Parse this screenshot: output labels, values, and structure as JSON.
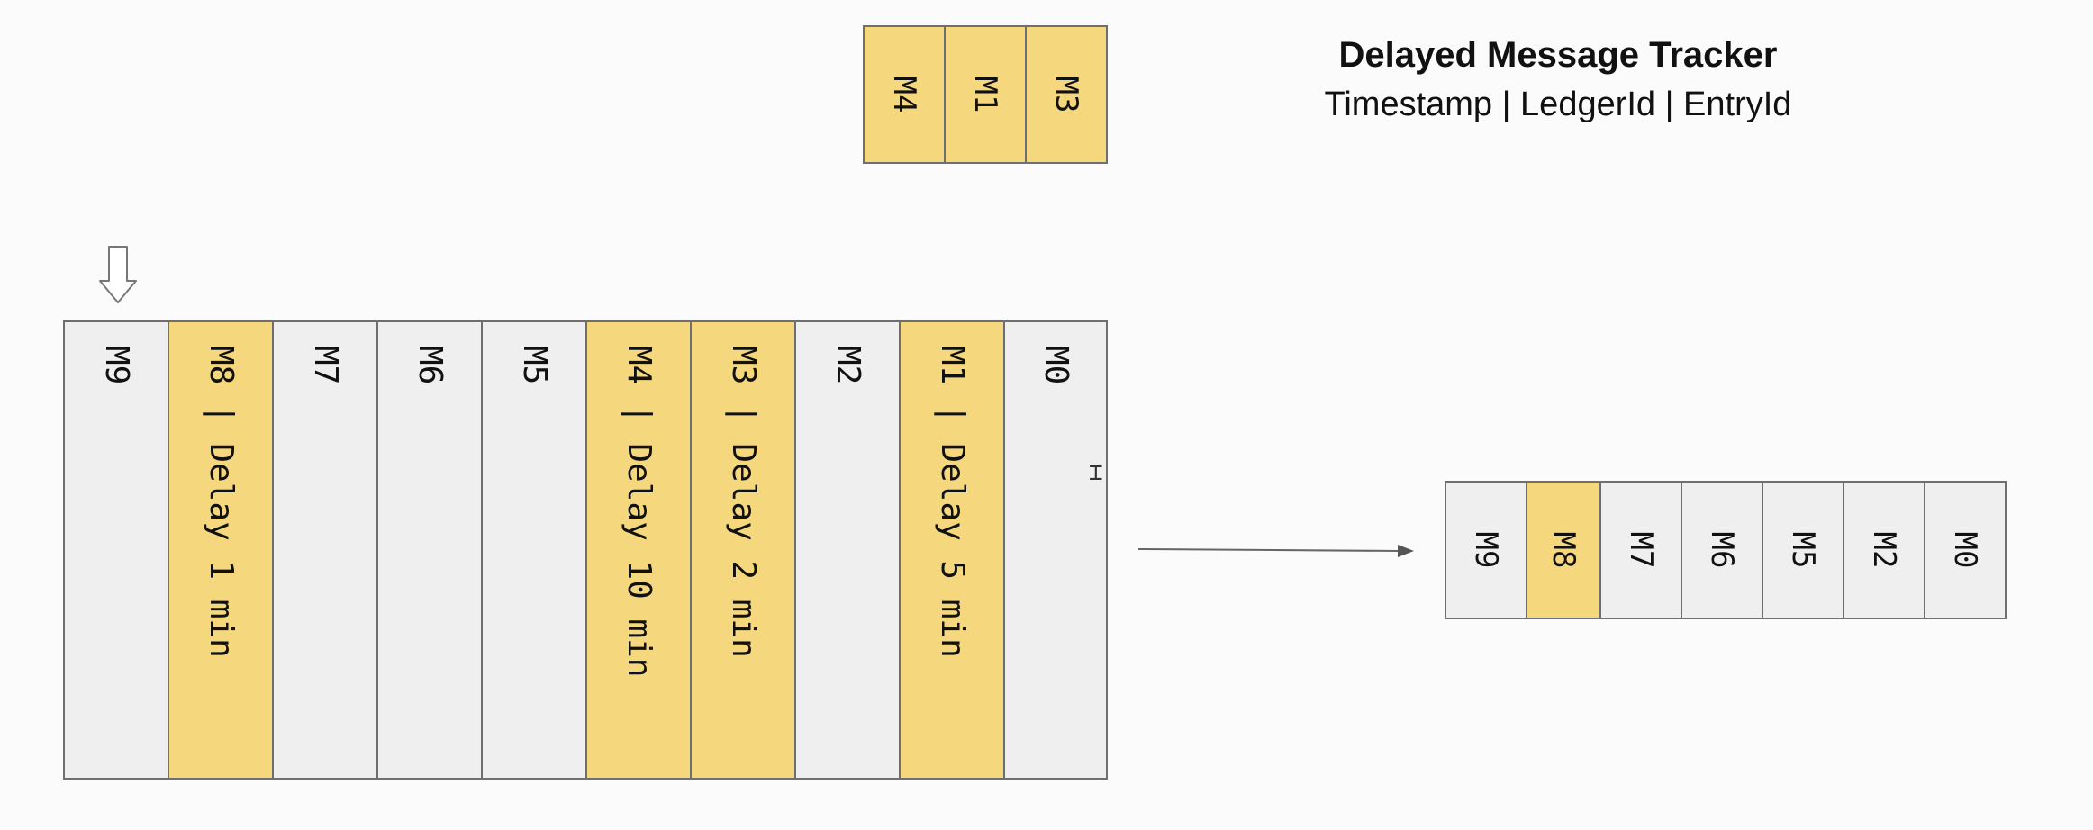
{
  "tracker": {
    "title": "Delayed Message Tracker",
    "subtitle": "Timestamp | LedgerId | EntryId",
    "cells": [
      "M4",
      "M1",
      "M3"
    ]
  },
  "ledger": {
    "cells": [
      {
        "label": "M9",
        "highlighted": false
      },
      {
        "label": "M8 | Delay 1 min",
        "highlighted": true
      },
      {
        "label": "M7",
        "highlighted": false
      },
      {
        "label": "M6",
        "highlighted": false
      },
      {
        "label": "M5",
        "highlighted": false
      },
      {
        "label": "M4 | Delay 10 min",
        "highlighted": true
      },
      {
        "label": "M3 | Delay 2 min",
        "highlighted": true
      },
      {
        "label": "M2",
        "highlighted": false
      },
      {
        "label": "M1 | Delay 5 min",
        "highlighted": true
      },
      {
        "label": "M0",
        "highlighted": false
      }
    ]
  },
  "output": {
    "cells": [
      {
        "label": "M9",
        "highlighted": false
      },
      {
        "label": "M8",
        "highlighted": true
      },
      {
        "label": "M7",
        "highlighted": false
      },
      {
        "label": "M6",
        "highlighted": false
      },
      {
        "label": "M5",
        "highlighted": false
      },
      {
        "label": "M2",
        "highlighted": false
      },
      {
        "label": "M0",
        "highlighted": false
      }
    ]
  },
  "colors": {
    "highlight": "#f5d77e",
    "cell": "#efefef",
    "border": "#6f6f6f"
  }
}
